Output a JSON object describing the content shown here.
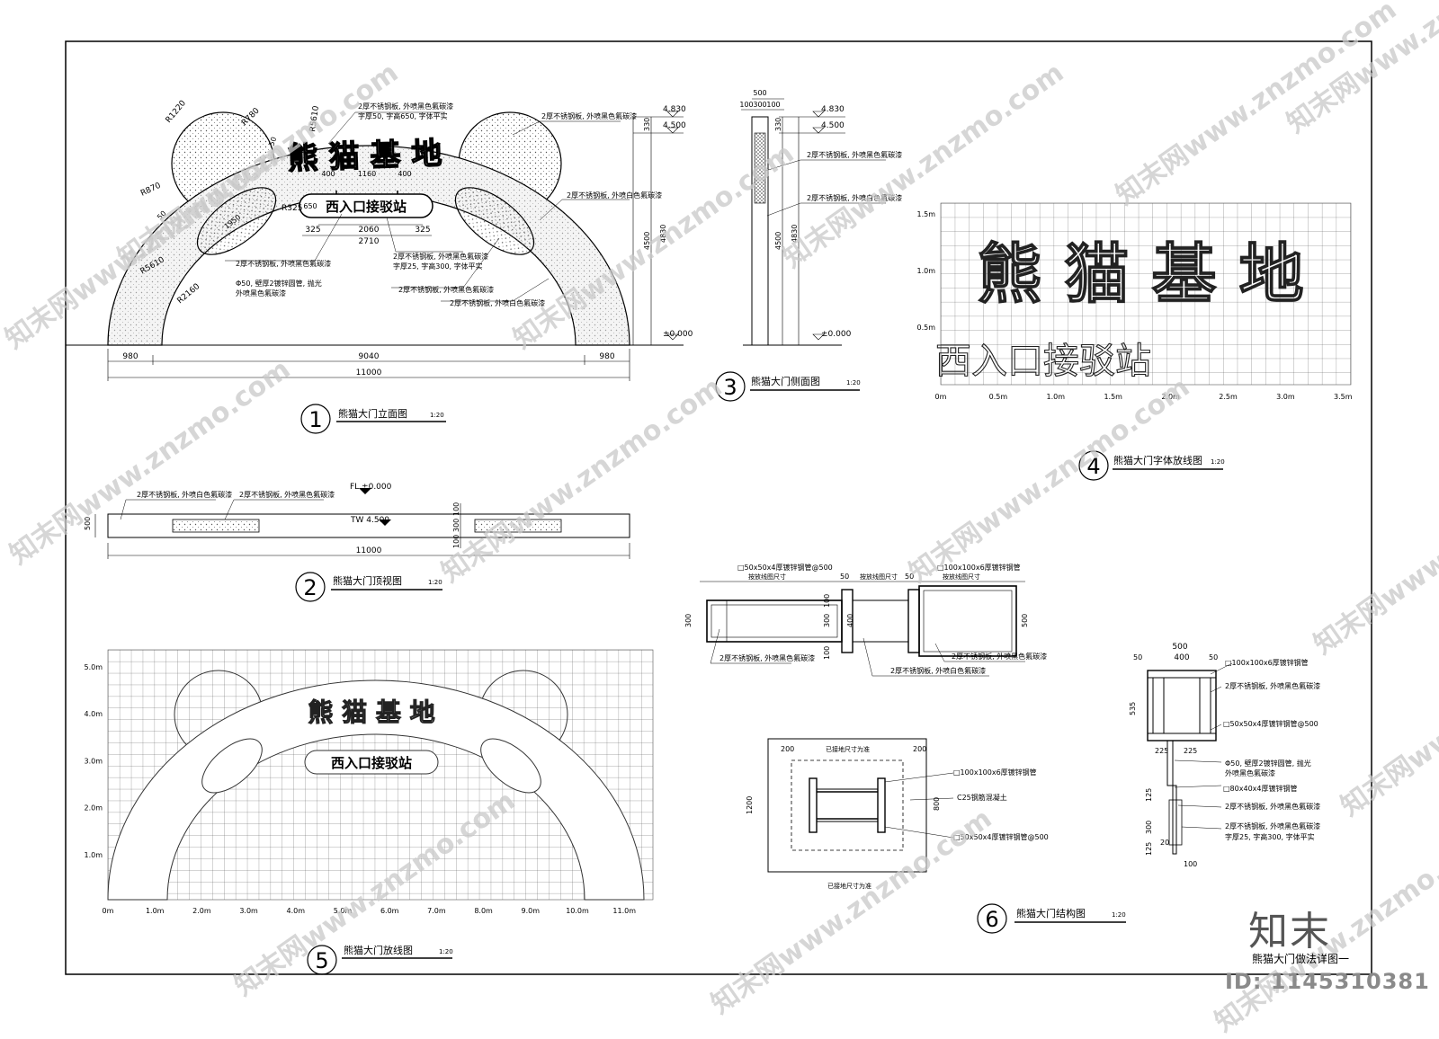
{
  "watermark": "知末网www.znzmo.com",
  "brand": "知末",
  "sheet_title": "熊猫大门做法详图一",
  "doc_id": "ID: 1145310381",
  "views": {
    "v1": {
      "num": "1",
      "title": "熊猫大门立面图",
      "scale": "1:20"
    },
    "v2": {
      "num": "2",
      "title": "熊猫大门顶视图",
      "scale": "1:20"
    },
    "v3": {
      "num": "3",
      "title": "熊猫大门侧面图",
      "scale": "1:20"
    },
    "v4": {
      "num": "4",
      "title": "熊猫大门字体放线图",
      "scale": "1:20"
    },
    "v5": {
      "num": "5",
      "title": "熊猫大门放线图",
      "scale": "1:20"
    },
    "v6": {
      "num": "6",
      "title": "熊猫大门结构图",
      "scale": "1:20"
    }
  },
  "sign": {
    "main": "熊 猫 基 地",
    "sub": "西入口接驳站"
  },
  "elev": {
    "dims": {
      "d980": "980",
      "d9040": "9040",
      "d11000": "11000",
      "d2060": "2060",
      "d2710": "2710",
      "d325": "325",
      "d1160": "1160",
      "d400": "400",
      "d650": "650",
      "d50": "50",
      "d1950": "1950"
    },
    "radii": {
      "r1220": "R1220",
      "r780": "R780",
      "r5610": "R5610",
      "r870": "R870",
      "r2160": "R2160",
      "r325": "R325"
    },
    "notes": {
      "n1": "2厚不锈钢板, 外喷黑色氟碳漆",
      "n1b": "字厚50, 字高650, 字体平实",
      "n2": "2厚不锈钢板, 外喷黑色氟碳漆",
      "n3": "2厚不锈钢板, 外喷白色氟碳漆",
      "n4": "2厚不锈钢板, 外喷黑色氟碳漆",
      "n4b": "字厚25, 字高300, 字体平实",
      "n5": "2厚不锈钢板, 外喷黑色氟碳漆",
      "n6": "Φ50, 壁厚2镀锌圆管, 抛光",
      "n6b": "外喷黑色氟碳漆",
      "n7": "2厚不锈钢板, 外喷黑色氟碳漆",
      "n8": "2厚不锈钢板, 外喷白色氟碳漆"
    }
  },
  "side": {
    "levels": {
      "l4830": "4.830",
      "l4500": "4.500",
      "l0": "±0.000"
    },
    "dims": {
      "d500": "500",
      "d100": "100",
      "d300": "300",
      "d330": "330",
      "d4500": "4500",
      "d4830": "4830"
    },
    "notes": {
      "n1": "2厚不锈钢板, 外喷黑色氟碳漆",
      "n2": "2厚不锈钢板, 外喷白色氟碳漆"
    }
  },
  "top": {
    "fl": "FL ±0.000",
    "tw": "TW 4.500",
    "dims": {
      "d500": "500",
      "d11000": "11000",
      "d100a": "100",
      "d300": "300",
      "d100b": "100"
    },
    "notes": {
      "n1": "2厚不锈钢板, 外喷白色氟碳漆",
      "n2": "2厚不锈钢板, 外喷黑色氟碳漆"
    }
  },
  "grid4": {
    "x_ticks": [
      "0m",
      "0.5m",
      "1.0m",
      "1.5m",
      "2.0m",
      "2.5m",
      "3.0m",
      "3.5m"
    ],
    "y_ticks": [
      "1.5m",
      "1.0m",
      "0.5m"
    ]
  },
  "grid5": {
    "x_ticks": [
      "0m",
      "1.0m",
      "2.0m",
      "3.0m",
      "4.0m",
      "5.0m",
      "6.0m",
      "7.0m",
      "8.0m",
      "9.0m",
      "10.0m",
      "11.0m"
    ],
    "y_ticks": [
      "5.0m",
      "4.0m",
      "3.0m",
      "2.0m",
      "1.0m"
    ]
  },
  "struct": {
    "notes": {
      "tube50": "□50x50x4厚镀锌钢管@500",
      "tube100": "□100x100x6厚镀锌钢管",
      "lay": "按放线图尺寸",
      "black": "2厚不锈钢板, 外喷黑色氟碳漆",
      "white": "2厚不锈钢板, 外喷白色氟碳漆",
      "concrete": "C25钢筋混凝土",
      "pit": "已接地尺寸为准",
      "pipe": "Φ50, 壁厚2镀锌圆管, 抛光",
      "pipe_b": "外喷黑色氟碳漆",
      "tube80": "□80x40x4厚镀锌钢管",
      "font": "字厚25, 字高300, 字体平实"
    },
    "dims": {
      "d300": "300",
      "d500": "500",
      "d50": "50",
      "d100": "100",
      "d400": "400",
      "d200": "200",
      "d800": "800",
      "d1200": "1200",
      "d535": "535",
      "d225": "225",
      "d125": "125",
      "d20": "20"
    }
  }
}
